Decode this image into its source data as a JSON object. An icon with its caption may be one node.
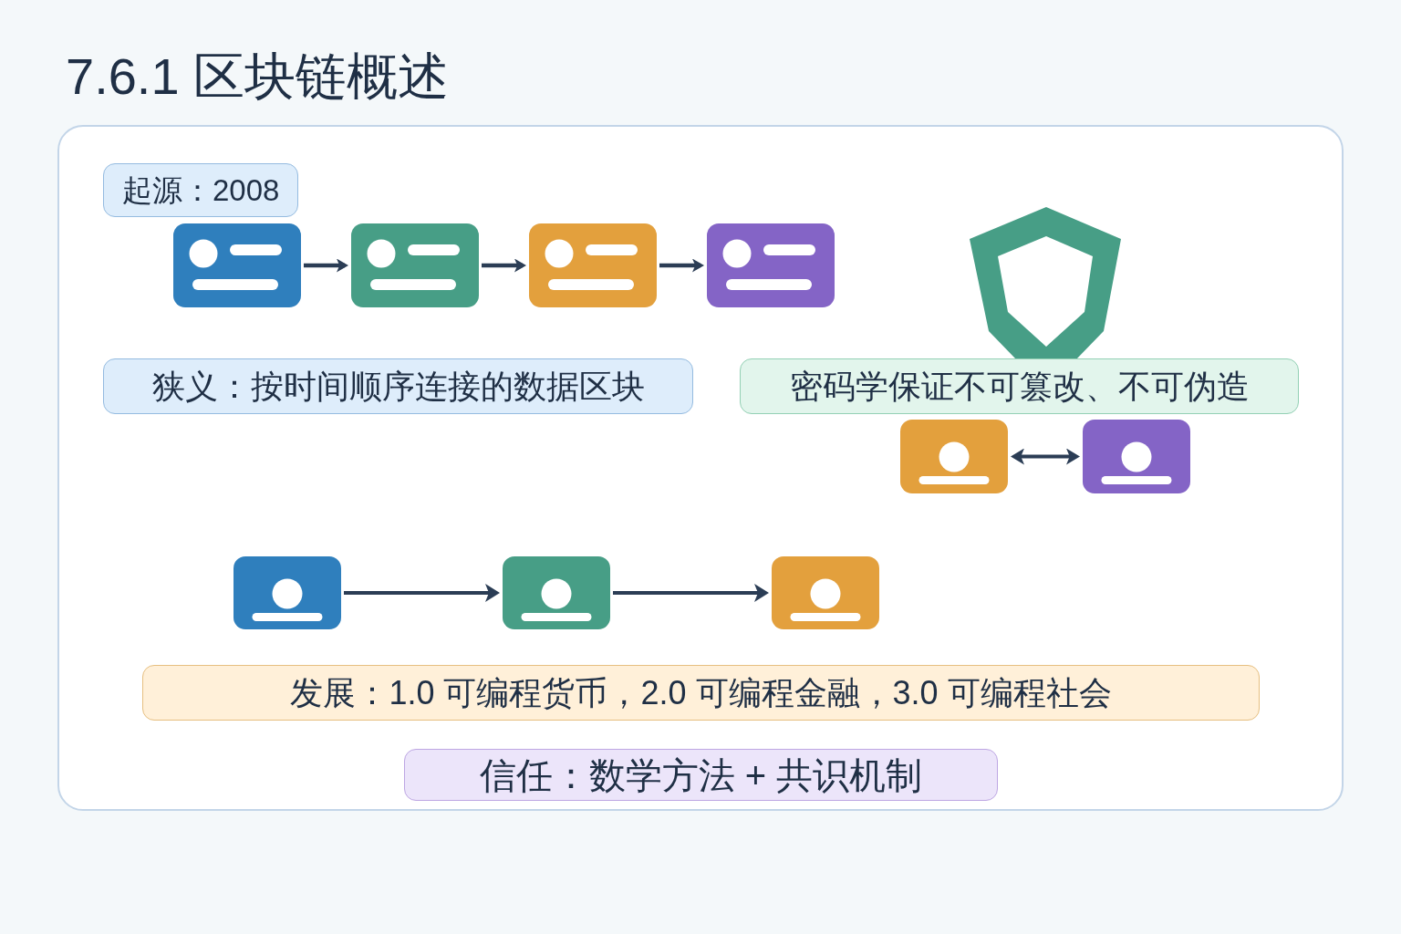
{
  "diagram": {
    "title": "7.6.1 区块链概述",
    "nodes": [
      {
        "text": [],
        "shape": "box"
      },
      {
        "text": [
          "起源：2008"
        ],
        "in": 0
      },
      {
        "text": [],
        "shape": "box",
        "in": 0
      },
      {
        "text": [],
        "shape": "box",
        "in": 0
      },
      {
        "text": [],
        "shape": "box",
        "in": 0
      },
      {
        "text": [],
        "shape": "box",
        "in": 0
      },
      {
        "text": [
          "狭义：按时间顺序连接的数据区块"
        ],
        "in": 0
      },
      {
        "text": [
          "密码学保证不可篡改、不可伪造"
        ],
        "in": 0
      },
      {
        "text": [],
        "shape": "box",
        "in": 0
      },
      {
        "text": [],
        "shape": "box",
        "in": 0
      },
      {
        "text": [],
        "shape": "box",
        "in": 0
      },
      {
        "text": [],
        "shape": "box",
        "in": 0
      },
      {
        "text": [],
        "shape": "box",
        "in": 0
      },
      {
        "text": [
          "发展：1.0 可编程货币，2.0 可编程金融，3.0 可编程社会"
        ],
        "in": 0
      },
      {
        "text": [
          "信任：数学方法 + 共识机制"
        ],
        "in": 0
      }
    ],
    "edges": [
      {
        "from": 2,
        "to": 3,
        "arrow": "to"
      },
      {
        "from": 3,
        "to": 4,
        "arrow": "to"
      },
      {
        "from": 4,
        "to": 5,
        "arrow": "to"
      },
      {
        "from": 8,
        "to": 9,
        "arrow": "both"
      },
      {
        "from": 10,
        "to": 11,
        "arrow": "to"
      },
      {
        "from": 11,
        "to": 12,
        "arrow": "to"
      }
    ]
  }
}
